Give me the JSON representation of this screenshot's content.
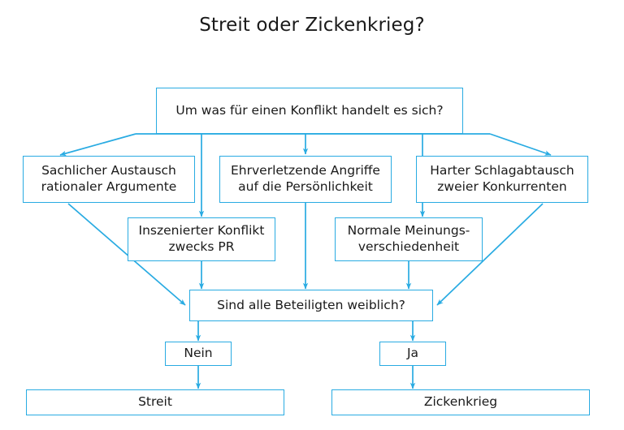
{
  "title": "Streit oder Zickenkrieg?",
  "colors": {
    "connector": "#29ABE2",
    "box_border": "#29ABE2",
    "box_fill": "#FFFFFF",
    "text": "#1A1A1A",
    "background": "#FFFFFF"
  },
  "chart_data": {
    "type": "diagram",
    "title": "Streit oder Zickenkrieg?",
    "nodes": [
      {
        "id": "top",
        "label": "Um was für einen Konflikt handelt es sich?"
      },
      {
        "id": "branch_a",
        "label": "Sachlicher Austausch\nrationaler Argumente"
      },
      {
        "id": "branch_b",
        "label": "Ehrverletzende Angriffe\nauf die Persönlichkeit"
      },
      {
        "id": "branch_c",
        "label": "Harter Schlagabtausch\nzweier Konkurrenten"
      },
      {
        "id": "sub_a",
        "label": "Inszenierter Konflikt\nzwecks PR"
      },
      {
        "id": "sub_b",
        "label": "Normale Meinungs-\nverschiedenheit"
      },
      {
        "id": "decision",
        "label": "Sind alle Beteiligten weiblich?"
      },
      {
        "id": "answer_a",
        "label": "Nein"
      },
      {
        "id": "answer_b",
        "label": "Ja"
      },
      {
        "id": "result_a",
        "label": "Streit"
      },
      {
        "id": "result_b",
        "label": "Zickenkrieg"
      }
    ],
    "edges": [
      {
        "from": "top",
        "to": "branch_a",
        "style": "diagonal"
      },
      {
        "from": "top",
        "to": "branch_b",
        "style": "vertical"
      },
      {
        "from": "top",
        "to": "branch_c",
        "style": "diagonal"
      },
      {
        "from": "top",
        "to": "sub_a",
        "style": "vertical"
      },
      {
        "from": "top",
        "to": "sub_b",
        "style": "vertical"
      },
      {
        "from": "branch_b",
        "to": "decision",
        "style": "vertical"
      },
      {
        "from": "branch_a",
        "to": "decision",
        "style": "diagonal"
      },
      {
        "from": "branch_c",
        "to": "decision",
        "style": "diagonal"
      },
      {
        "from": "sub_a",
        "to": "decision",
        "style": "vertical"
      },
      {
        "from": "sub_b",
        "to": "decision",
        "style": "vertical"
      },
      {
        "from": "decision",
        "to": "answer_a",
        "style": "vertical"
      },
      {
        "from": "decision",
        "to": "answer_b",
        "style": "vertical"
      },
      {
        "from": "answer_a",
        "to": "result_a",
        "style": "vertical"
      },
      {
        "from": "answer_b",
        "to": "result_b",
        "style": "vertical"
      }
    ]
  },
  "nodes": {
    "top": "Um was für einen Konflikt handelt es sich?",
    "branch_a": "Sachlicher Austausch\nrationaler Argumente",
    "branch_b": "Ehrverletzende Angriffe\nauf die Persönlichkeit",
    "branch_c": "Harter Schlagabtausch\nzweier Konkurrenten",
    "sub_a": "Inszenierter Konflikt\nzwecks PR",
    "sub_b": "Normale Meinungs-\nverschiedenheit",
    "decision": "Sind alle Beteiligten weiblich?",
    "answer_a": "Nein",
    "answer_b": "Ja",
    "result_a": "Streit",
    "result_b": "Zickenkrieg"
  }
}
